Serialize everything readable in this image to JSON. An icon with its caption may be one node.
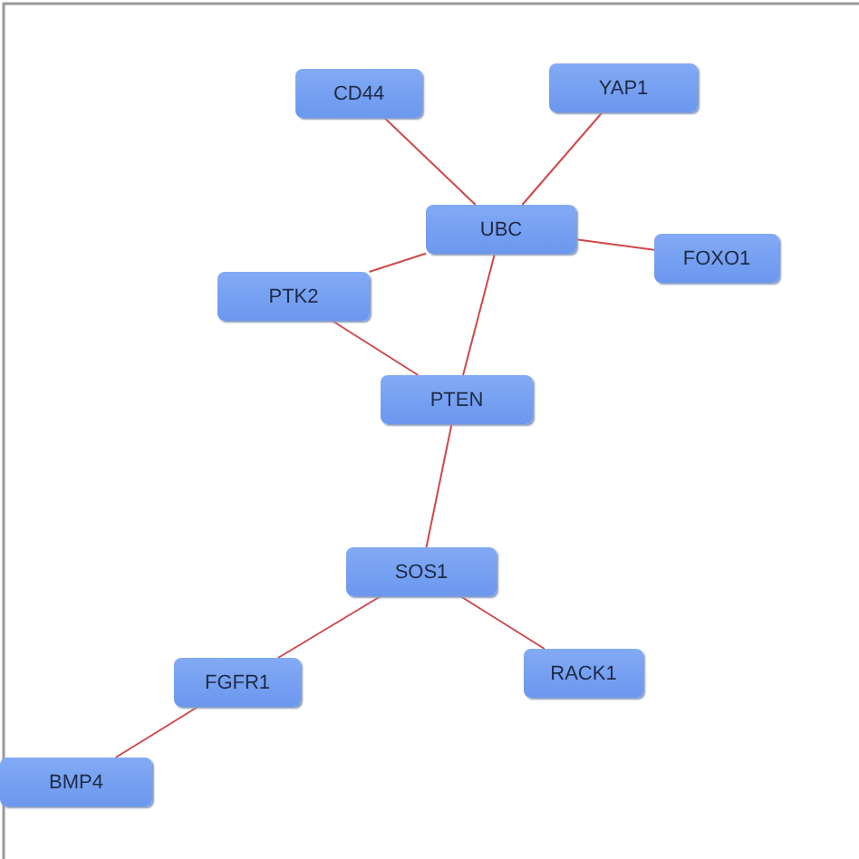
{
  "diagram": {
    "nodes": [
      {
        "text": [
          "CD44"
        ]
      },
      {
        "text": [
          "YAP1"
        ]
      },
      {
        "text": [
          "UBC"
        ]
      },
      {
        "text": [
          "FOXO1"
        ]
      },
      {
        "text": [
          "PTK2"
        ]
      },
      {
        "text": [
          "PTEN"
        ]
      },
      {
        "text": [
          "SOS1"
        ]
      },
      {
        "text": [
          "RACK1"
        ]
      },
      {
        "text": [
          "FGFR1"
        ]
      },
      {
        "text": [
          "BMP4"
        ]
      }
    ],
    "edges": [
      {
        "from": 0,
        "to": 2,
        "arrow": "none"
      },
      {
        "from": 1,
        "to": 2,
        "arrow": "none"
      },
      {
        "from": 2,
        "to": 3,
        "arrow": "none"
      },
      {
        "from": 2,
        "to": 4,
        "arrow": "none"
      },
      {
        "from": 2,
        "to": 5,
        "arrow": "none"
      },
      {
        "from": 4,
        "to": 5,
        "arrow": "none"
      },
      {
        "from": 5,
        "to": 6,
        "arrow": "none"
      },
      {
        "from": 6,
        "to": 8,
        "arrow": "none"
      },
      {
        "from": 6,
        "to": 7,
        "arrow": "none"
      },
      {
        "from": 8,
        "to": 9,
        "arrow": "none"
      }
    ]
  }
}
